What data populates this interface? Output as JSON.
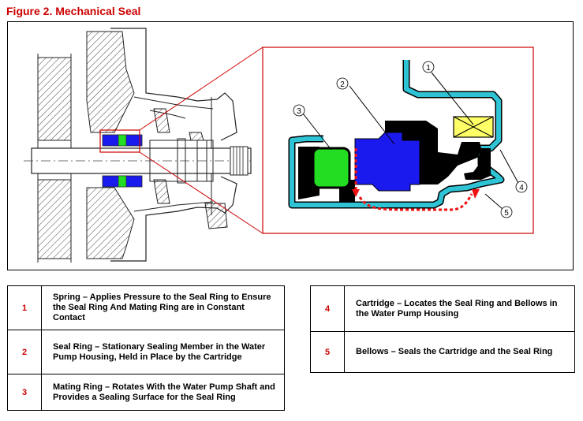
{
  "figure": {
    "title": "Figure 2. Mechanical Seal",
    "callouts": [
      "1",
      "2",
      "3",
      "4",
      "5"
    ]
  },
  "legend_left": [
    {
      "number": "1",
      "text": "Spring – Applies Pressure to the Seal Ring to Ensure the Seal Ring And Mating Ring are in Constant Contact"
    },
    {
      "number": "2",
      "text": "Seal Ring – Stationary Sealing Member in the Water Pump Housing, Held in Place by the Cartridge"
    },
    {
      "number": "3",
      "text": "Mating Ring – Rotates With the Water Pump Shaft and Provides a Sealing Surface for the Seal Ring"
    }
  ],
  "legend_right": [
    {
      "number": "4",
      "text": "Cartridge – Locates the Seal Ring and Bellows in the Water Pump Housing"
    },
    {
      "number": "5",
      "text": "Bellows – Seals the Cartridge and the Seal Ring"
    }
  ],
  "colors": {
    "title_red": "#cc0000",
    "cartridge_cyan": "#2ec4d6",
    "seal_ring_blue": "#1a1aee",
    "mating_ring_green": "#22dd22",
    "spring_yellow": "#ffff66",
    "bellows_black": "#000000",
    "flow_red": "#ee1111"
  }
}
